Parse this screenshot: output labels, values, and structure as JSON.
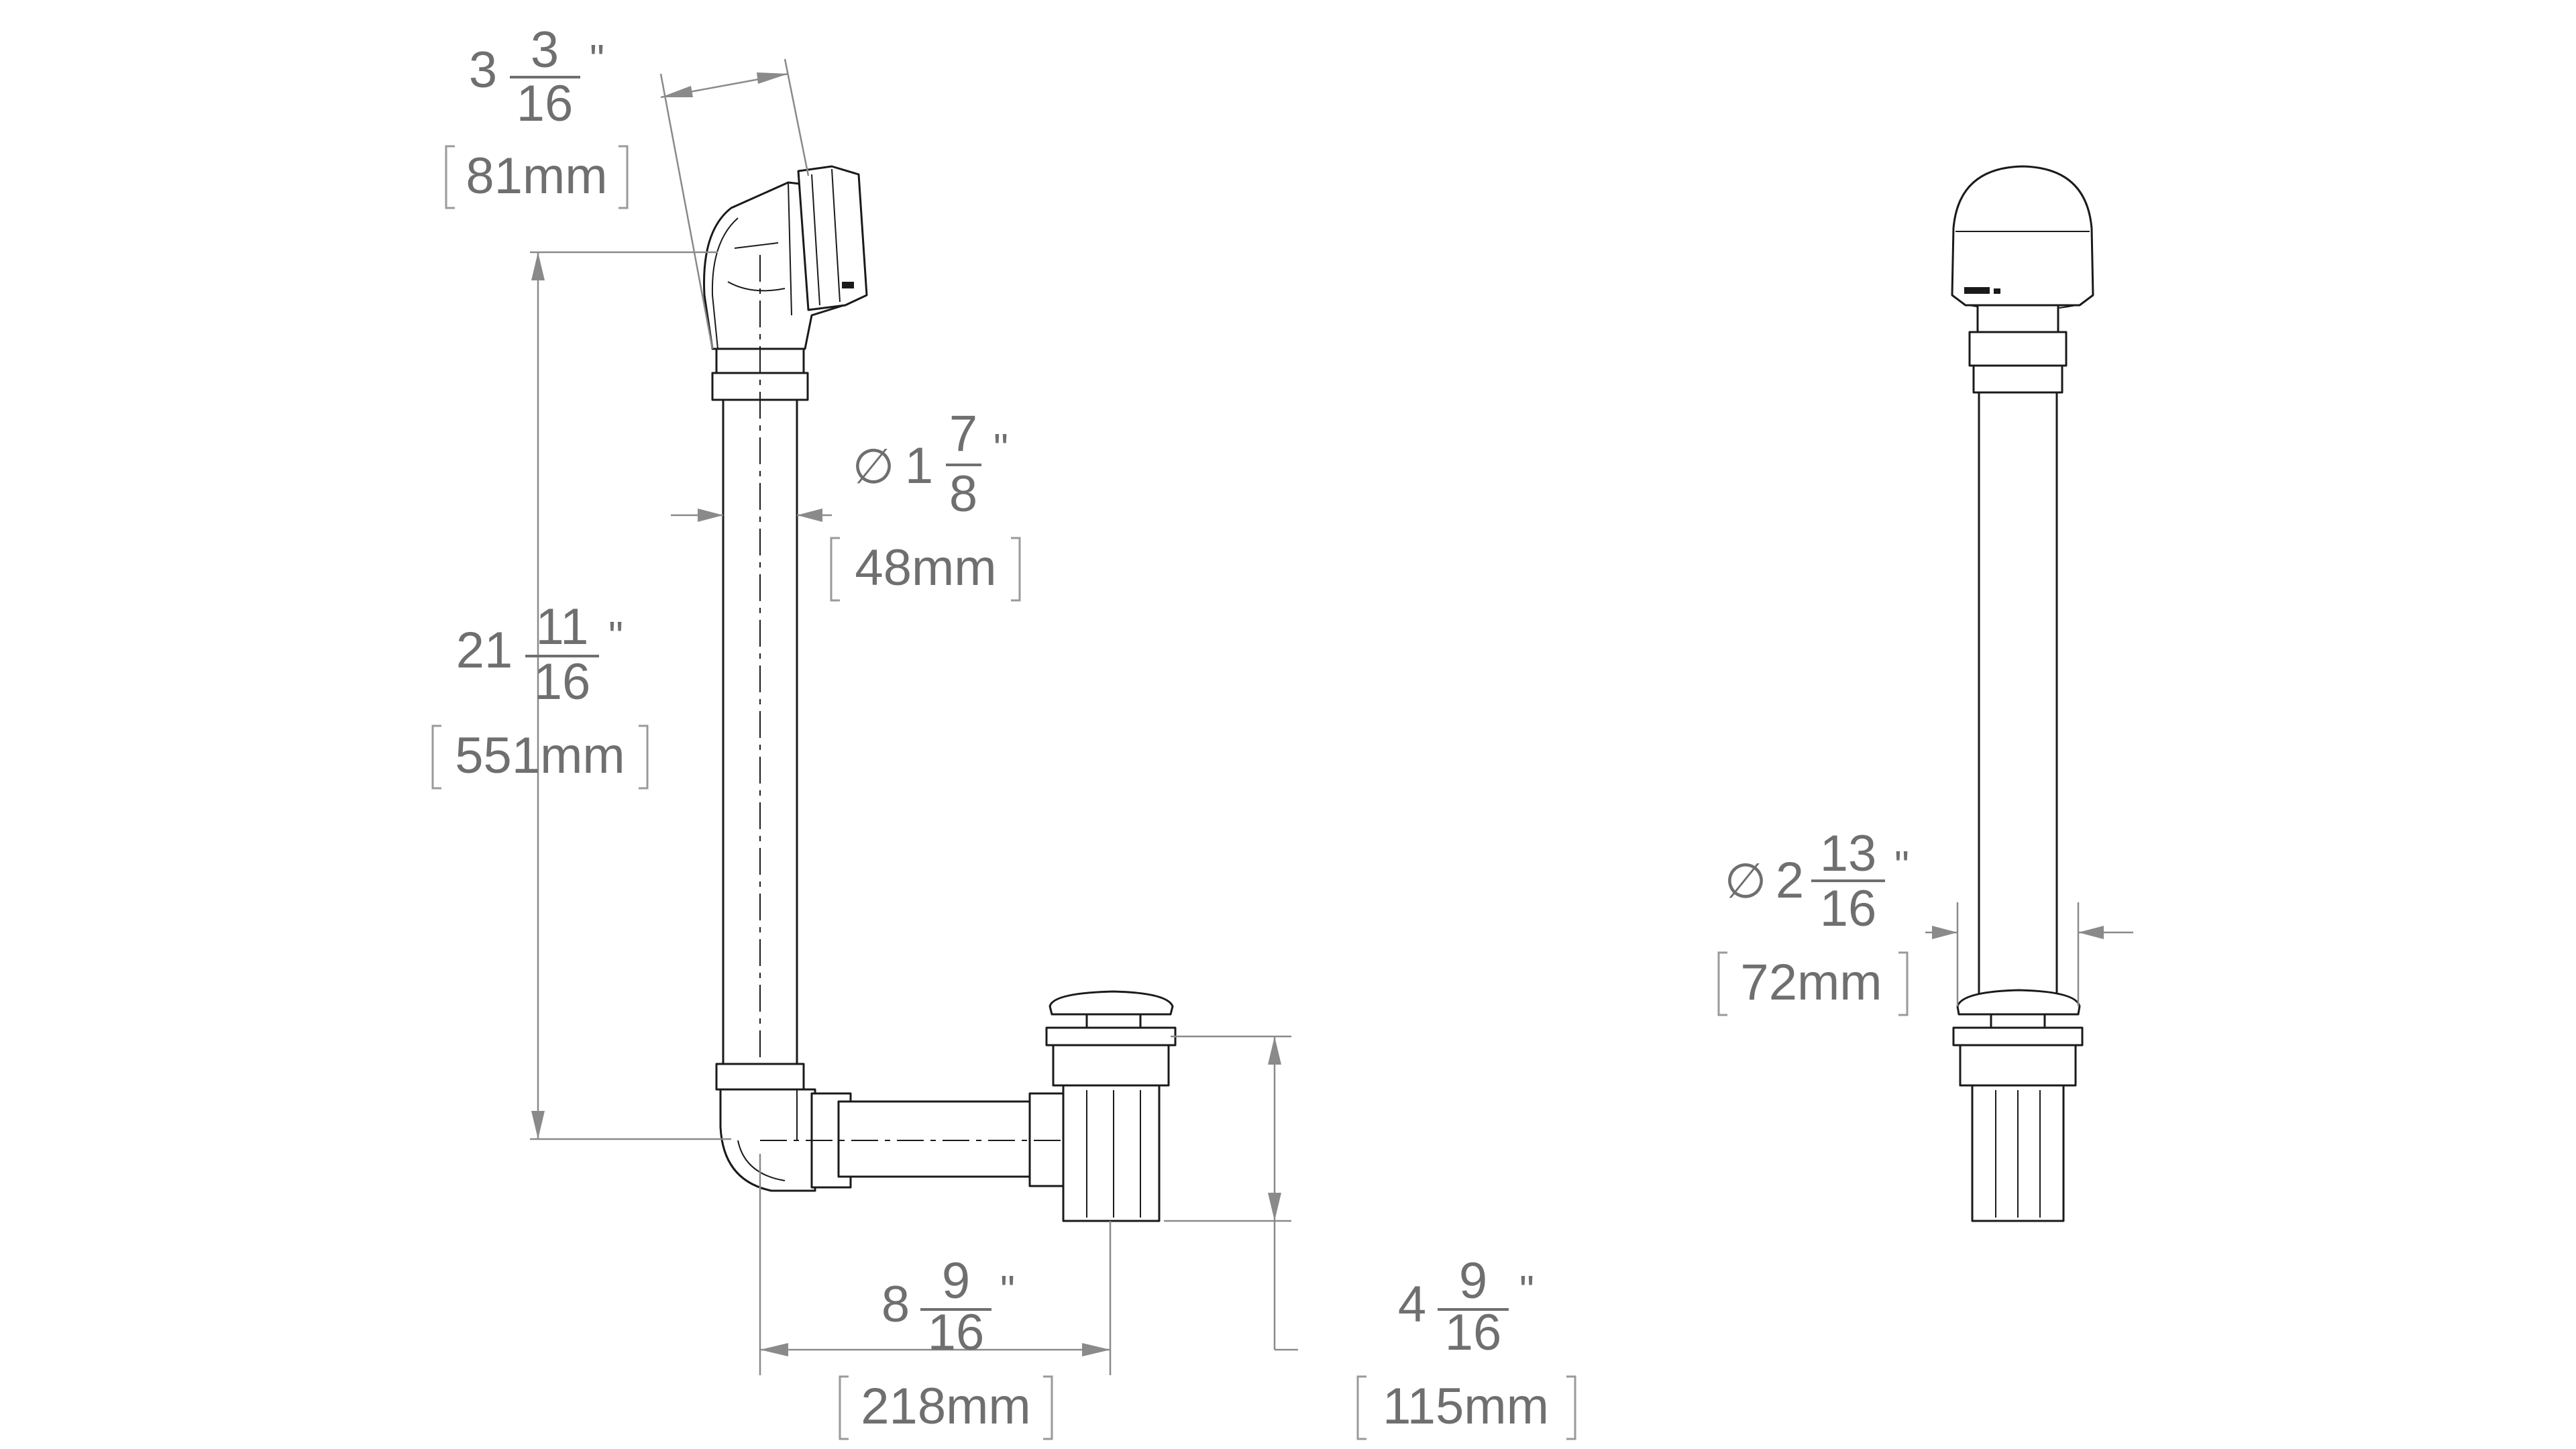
{
  "dimensions": {
    "overflow_width": {
      "whole": "3",
      "num": "3",
      "den": "16",
      "unit": "\"",
      "metric": "81mm"
    },
    "overflow_height": {
      "whole": "21",
      "num": "11",
      "den": "16",
      "unit": "\"",
      "metric": "551mm"
    },
    "pipe_diameter": {
      "symbol": "∅",
      "whole": "1",
      "num": "7",
      "den": "8",
      "unit": "\"",
      "metric": "48mm"
    },
    "horizontal_run": {
      "whole": "8",
      "num": "9",
      "den": "16",
      "unit": "\"",
      "metric": "218mm"
    },
    "drain_height": {
      "whole": "4",
      "num": "9",
      "den": "16",
      "unit": "\"",
      "metric": "115mm"
    },
    "cap_diameter": {
      "symbol": "∅",
      "whole": "2",
      "num": "13",
      "den": "16",
      "unit": "\"",
      "metric": "72mm"
    }
  },
  "colors": {
    "line": "#1a1a1a",
    "dimension_text": "#6f6f6f",
    "dimension_line": "#8a8a8a",
    "background": "#ffffff"
  }
}
